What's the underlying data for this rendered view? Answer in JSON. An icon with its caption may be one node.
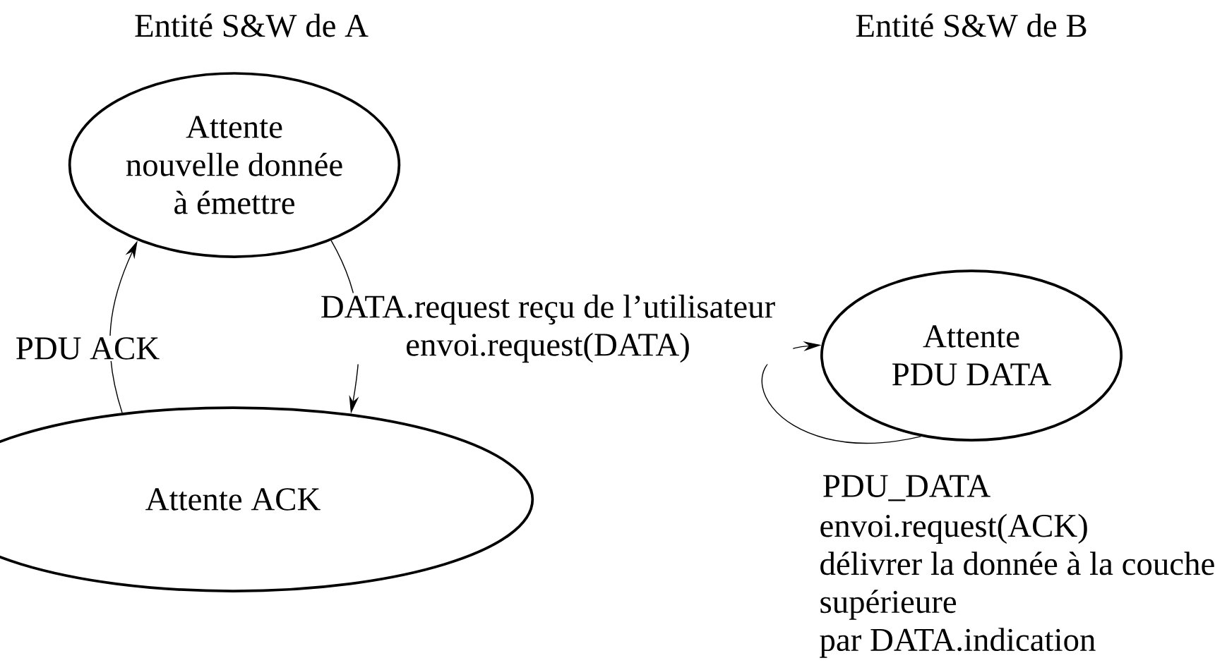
{
  "diagram": {
    "nodes": [
      {
        "text": [
          "Attente nouvelle donnée à émettre"
        ]
      },
      {
        "text": [
          "Attente ACK"
        ]
      },
      {
        "text": [
          "Attente PDU DATA"
        ]
      }
    ],
    "edges": [
      {
        "from": 0,
        "to": 1,
        "arrow": "to",
        "label": "DATA.request reçu de l’utilisateur envoi.request(DATA)"
      },
      {
        "from": 1,
        "to": 0,
        "arrow": "to",
        "label": "PDU ACK"
      },
      {
        "from": 2,
        "to": 2,
        "arrow": "to",
        "label": "PDU_DATA"
      }
    ],
    "labels": [
      "Entité S&W de A",
      "Entité S&W de B",
      "envoi.request(ACK) délivrer la donnée à la couche supérieure par DATA.indication"
    ]
  }
}
